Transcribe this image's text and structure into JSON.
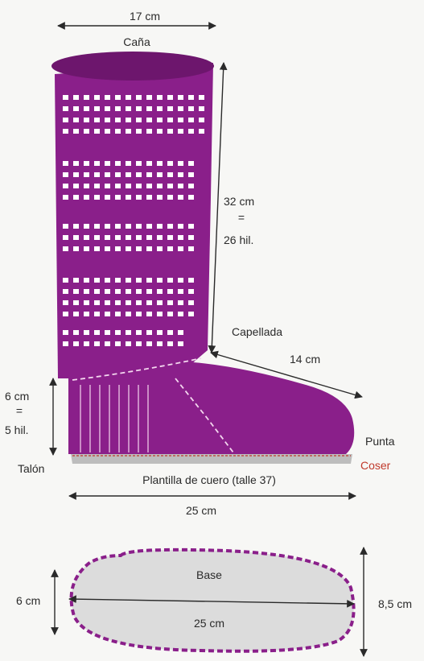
{
  "colors": {
    "boot": "#8a1f8a",
    "boot_dark": "#6d166d",
    "dash": "#f4d7ef",
    "sole": "#bdbdbd",
    "sew_line": "#c0392b",
    "base_fill": "#dcdcdc",
    "base_border": "#8a1f8a",
    "arrow": "#2a2a2a"
  },
  "labels": {
    "width_top": "17 cm",
    "cana": "Caña",
    "height_value": "32 cm",
    "height_eq": "=",
    "height_rows": "26 hil.",
    "capellada": "Capellada",
    "instep": "14 cm",
    "heel_value": "6 cm",
    "heel_eq": "=",
    "heel_rows": "5 hil.",
    "talon": "Talón",
    "punta": "Punta",
    "coser": "Coser",
    "plantilla": "Plantilla de cuero (talle 37)",
    "length": "25 cm",
    "base": "Base",
    "base_width": "6 cm",
    "base_length": "25 cm",
    "base_height": "8,5 cm"
  }
}
